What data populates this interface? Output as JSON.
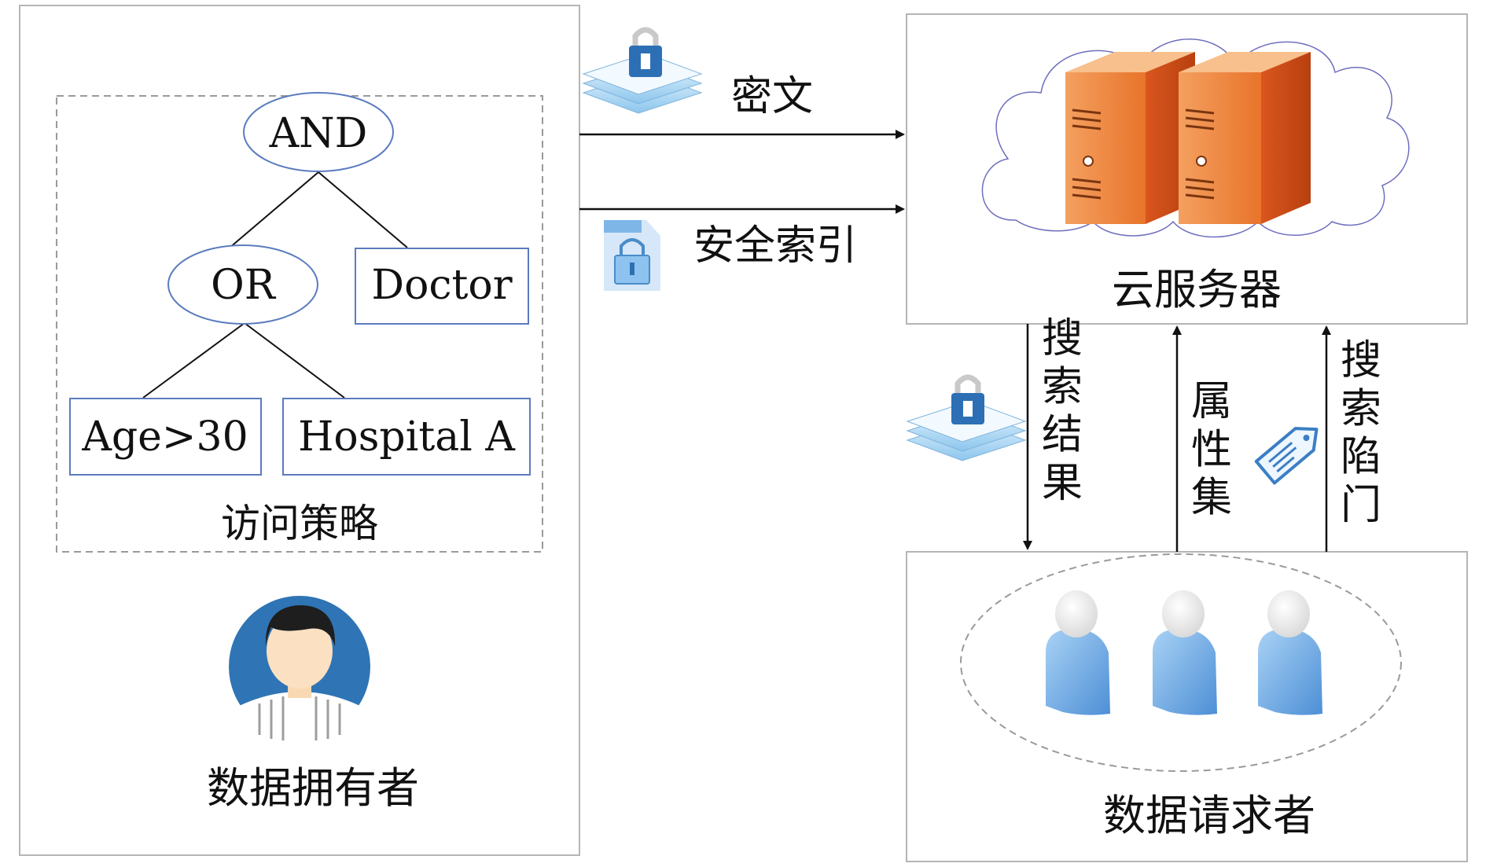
{
  "data_owner": {
    "label": "数据拥有者",
    "policy": {
      "caption": "访问策略",
      "root": "AND",
      "or_node": "OR",
      "leaves": [
        "Doctor",
        "Age>30",
        "Hospital A"
      ]
    }
  },
  "cloud_server": {
    "label": "云服务器"
  },
  "data_requester": {
    "label": "数据请求者"
  },
  "flows": {
    "ciphertext": "密文",
    "secure_index": "安全索引",
    "search_result": "搜索结果",
    "attribute_set": "属性集",
    "search_trapdoor": "搜索陷门"
  },
  "colors": {
    "server_orange": "#e8742a",
    "user_blue": "#5a9ee0",
    "avatar_blue": "#2f74b5",
    "node_border": "#5b7bbf",
    "border_gray": "#b5b5b5"
  },
  "icons": [
    "document-stack-icon",
    "locked-file-icon",
    "server-icon",
    "user-icon",
    "tag-icon",
    "person-avatar-icon"
  ]
}
